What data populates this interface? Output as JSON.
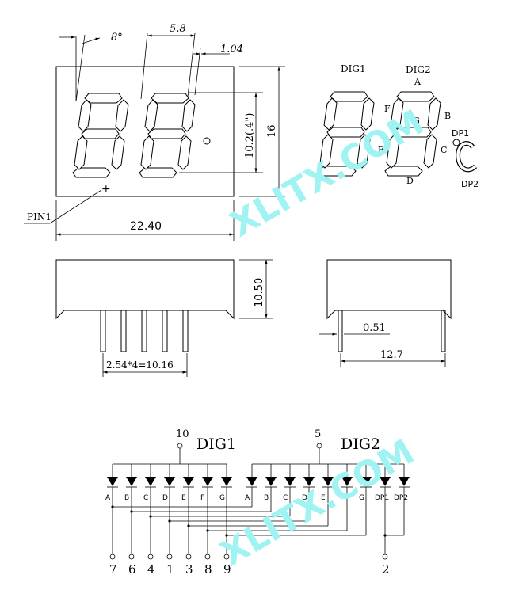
{
  "dimensions": {
    "angle": "8°",
    "seg_width": "5.8",
    "seg_offset": "1.04",
    "digit_height": "10.2(.4\")",
    "body_height": "16",
    "body_width": "22.40",
    "pin1_label": "PIN1",
    "side_height": "10.50",
    "pin_pitch": "2.54*4=10.16",
    "pin_diameter": "0.51",
    "side_depth": "12.7"
  },
  "segment_labels": {
    "dig1": "DIG1",
    "dig2": "DIG2",
    "a": "A",
    "b": "B",
    "c": "C",
    "d": "D",
    "e": "E",
    "f": "F",
    "g": "G",
    "dp1": "DP1",
    "dp2": "DP2"
  },
  "circuit": {
    "dig1_title": "DIG1",
    "dig2_title": "DIG2",
    "dig1_pin": "10",
    "dig2_pin": "5",
    "dig1_leds": [
      "A",
      "B",
      "C",
      "D",
      "E",
      "F",
      "G"
    ],
    "dig2_leds": [
      "A",
      "B",
      "C",
      "D",
      "E",
      "F",
      "G",
      "DP1",
      "DP2"
    ],
    "bottom_pins": [
      "7",
      "6",
      "4",
      "1",
      "3",
      "8",
      "9"
    ],
    "dp_pin": "2"
  },
  "watermark": "XLITX.COM"
}
